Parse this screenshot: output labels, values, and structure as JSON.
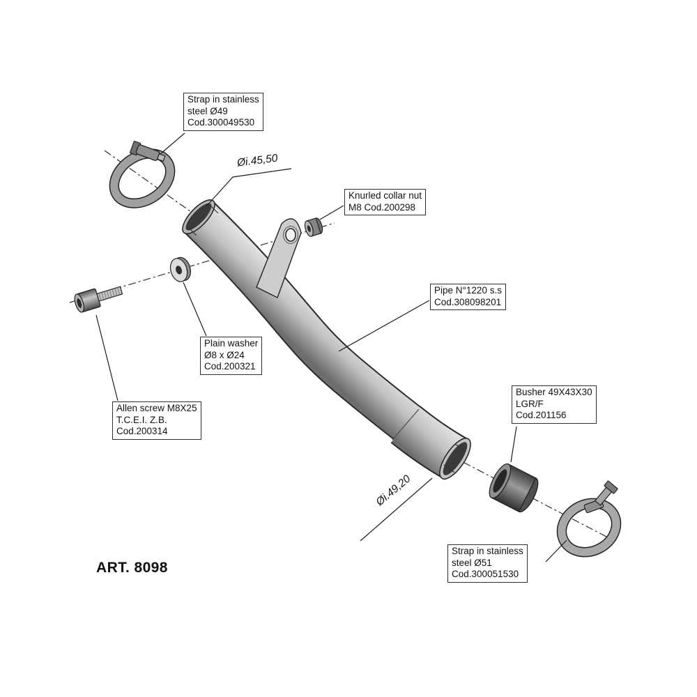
{
  "art_number": "ART. 8098",
  "dims": {
    "top": "Øi.45,50",
    "bottom": "Øi.49,20"
  },
  "callouts": [
    {
      "id": "strap-49",
      "lines": [
        "Strap in stainless",
        "steel Ø49",
        "Cod.300049530"
      ]
    },
    {
      "id": "knurled-collar-nut",
      "lines": [
        "Knurled collar nut",
        "M8 Cod.200298"
      ]
    },
    {
      "id": "pipe",
      "lines": [
        "Pipe N°1220 s.s",
        "Cod.308098201"
      ]
    },
    {
      "id": "plain-washer",
      "lines": [
        "Plain washer",
        "Ø8 x Ø24",
        "Cod.200321"
      ]
    },
    {
      "id": "allen-screw",
      "lines": [
        "Allen screw M8X25",
        "T.C.E.I. Z.B.",
        "Cod.200314"
      ]
    },
    {
      "id": "busher",
      "lines": [
        "Busher 49X43X30",
        "LGR/F",
        "Cod.201156"
      ]
    },
    {
      "id": "strap-51",
      "lines": [
        "Strap in stainless",
        "steel Ø51",
        "Cod.300051530"
      ]
    }
  ],
  "colors": {
    "line": "#1c1c1c",
    "metal_light": "#e2e2e2",
    "metal_dark": "#4a4a4a",
    "background": "#ffffff"
  }
}
